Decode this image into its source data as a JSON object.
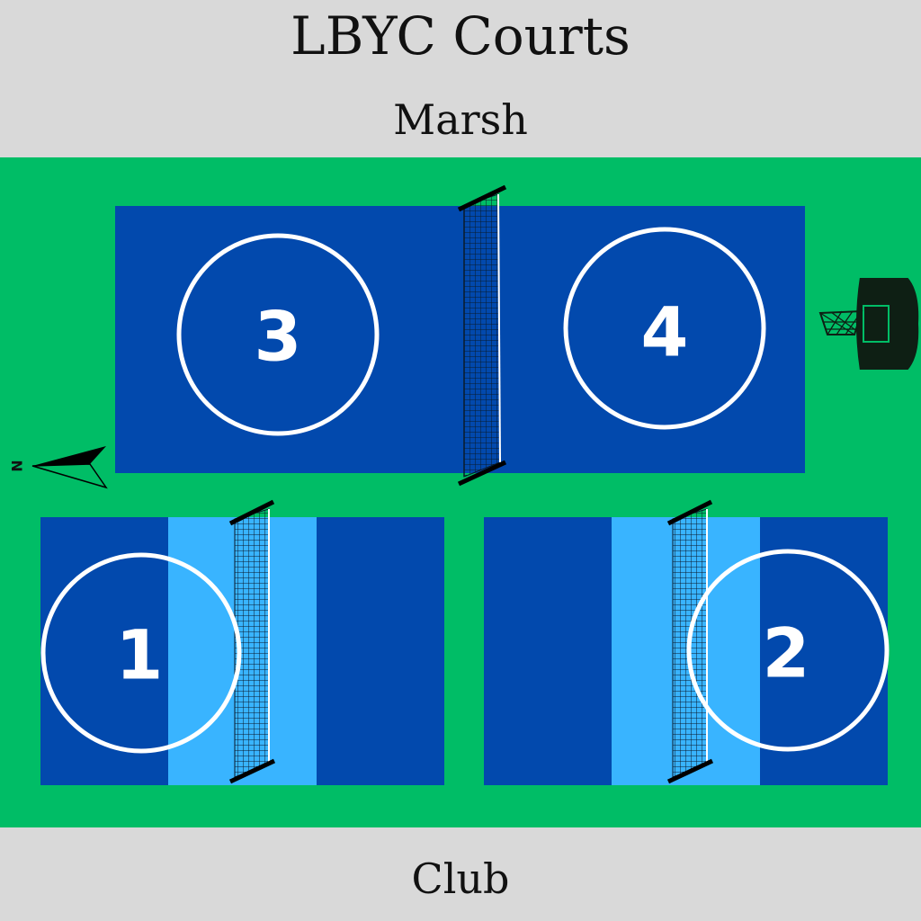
{
  "title": "LBYC Courts",
  "top_label": "Marsh",
  "bottom_label": "Club",
  "compass_letter": "N",
  "courts": [
    {
      "number": "1"
    },
    {
      "number": "2"
    },
    {
      "number": "3"
    },
    {
      "number": "4"
    }
  ],
  "colors": {
    "background": "#d9d9d9",
    "grass": "#00bd66",
    "court_dark": "#0249ad",
    "court_light": "#39b4ff",
    "lines": "#ffffff",
    "hoop": "#0e1f14"
  }
}
